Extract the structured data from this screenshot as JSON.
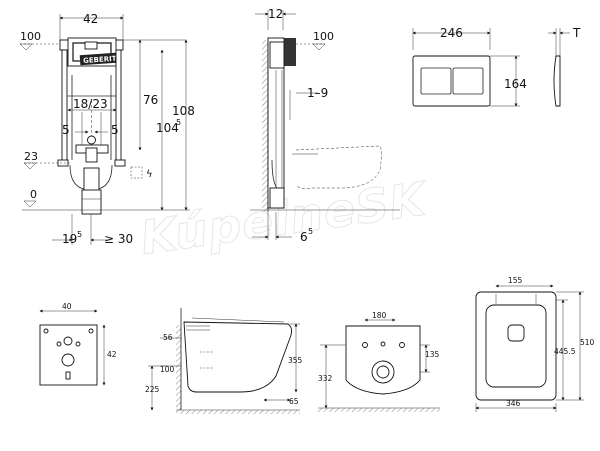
{
  "watermark": "KúpelneSK",
  "brand_logo": "GEBERIT",
  "frame_front": {
    "width_top": "42",
    "left_100": "100",
    "height_76": "76",
    "height_104": "104",
    "sup_5": "5",
    "height_108": "108",
    "dim_18_23": "18/23",
    "dim_5_left": "5",
    "dim_5_right": "5",
    "dim_23": "23",
    "dim_0": "0",
    "dim_19": "19",
    "sup_5b": "5",
    "dim_ge30": "≥ 30"
  },
  "frame_side": {
    "dim_12": "12",
    "dim_100": "100",
    "dim_1_9": "1–9",
    "dim_6": "6",
    "sup_5": "5"
  },
  "flush_plate": {
    "width": "246",
    "height": "164",
    "thickness": "T"
  },
  "bottom": {
    "plate_width": "40",
    "plate_height": "42",
    "side_56": "56",
    "side_100": "100",
    "side_225": "225",
    "side_355": "355",
    "side_65": "65",
    "front_180": "180",
    "front_135": "135",
    "front_332": "332",
    "top_155": "155",
    "top_445": "445.5",
    "top_510": "510",
    "top_346": "346"
  }
}
